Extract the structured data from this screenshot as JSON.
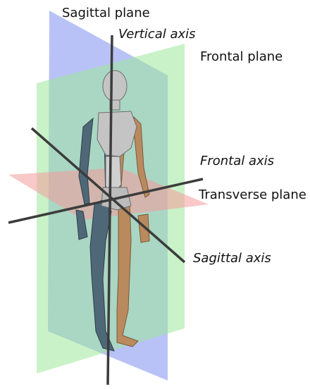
{
  "labels": {
    "sagittal_plane": "Sagittal plane",
    "vertical_axis": "Vertical axis",
    "frontal_plane": "Frontal plane",
    "frontal_axis": "Frontal axis",
    "transverse_plane": "Transverse plane",
    "sagittal_axis": "Sagittal axis"
  },
  "colors": {
    "sagittal_plane": "#7f8ff0",
    "frontal_plane": "#9fe89a",
    "transverse_plane": "#f49a9a",
    "axis": "#3c3c3c",
    "figure_left_side": "#4e6878",
    "figure_right_side": "#b98a5e",
    "figure_head_torso": "#b8b8b8"
  }
}
